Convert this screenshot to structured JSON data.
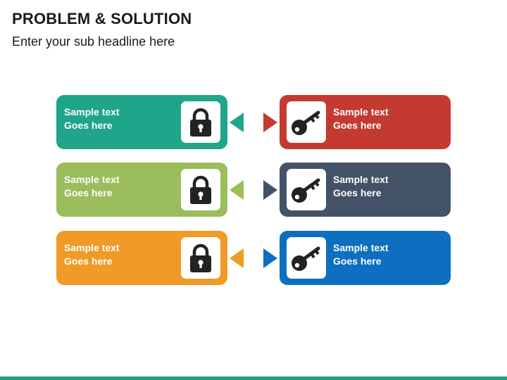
{
  "header": {
    "title": "PROBLEM & SOLUTION",
    "subtitle": "Enter your sub headline here"
  },
  "rows": [
    {
      "problem": {
        "line1": "Sample text",
        "line2": "Goes here",
        "color": "#1fa589",
        "icon": "lock-icon"
      },
      "solution": {
        "line1": "Sample text",
        "line2": "Goes here",
        "color": "#c43a30",
        "icon": "key-icon"
      }
    },
    {
      "problem": {
        "line1": "Sample text",
        "line2": "Goes here",
        "color": "#9bbd5c",
        "icon": "lock-icon"
      },
      "solution": {
        "line1": "Sample text",
        "line2": "Goes here",
        "color": "#435266",
        "icon": "key-icon"
      }
    },
    {
      "problem": {
        "line1": "Sample text",
        "line2": "Goes here",
        "color": "#f09a27",
        "icon": "lock-icon"
      },
      "solution": {
        "line1": "Sample text",
        "line2": "Goes here",
        "color": "#0e6fc0",
        "icon": "key-icon"
      }
    }
  ],
  "footer": {
    "color": "#1fa27f"
  }
}
